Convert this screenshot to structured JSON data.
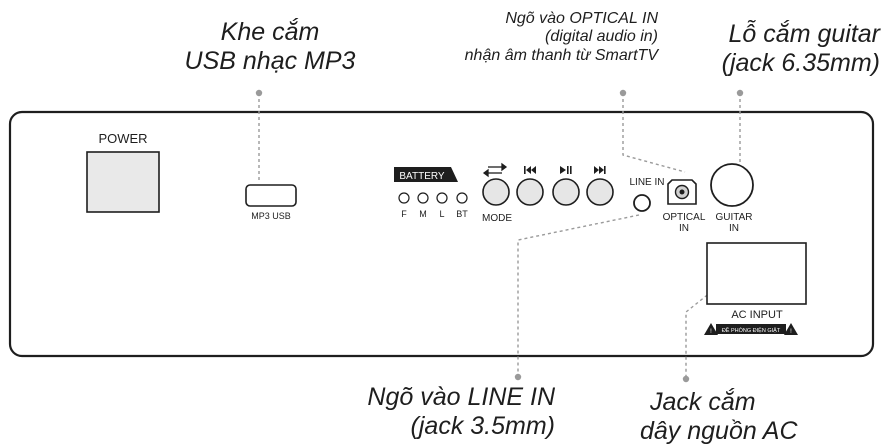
{
  "callouts": {
    "usb": {
      "line1": "Khe cắm",
      "line2": "USB nhạc MP3"
    },
    "optical": {
      "line1": "Ngõ vào OPTICAL IN",
      "line2": "(digital audio in)",
      "line3": "nhận âm thanh từ SmartTV"
    },
    "guitar": {
      "line1": "Lỗ cắm guitar",
      "line2": "(jack 6.35mm)"
    },
    "linein": {
      "line1": "Ngõ vào LINE IN",
      "line2": "(jack 3.5mm)"
    },
    "ac": {
      "line1": "Jack cắm",
      "line2": "dây nguồn AC"
    }
  },
  "panel": {
    "power_label": "POWER",
    "mp3usb_label": "MP3 USB",
    "battery_label": "BATTERY",
    "battery_indicators": [
      "F",
      "M",
      "L",
      "BT"
    ],
    "mode_label": "MODE",
    "mode_icon": "swap-arrows-icon",
    "prev_icon": "skip-previous-icon",
    "playpause_icon": "play-pause-icon",
    "next_icon": "skip-next-icon",
    "linein_label": "LINE IN",
    "optical_label_1": "OPTICAL",
    "optical_label_2": "IN",
    "guitar_label_1": "GUITAR",
    "guitar_label_2": "IN",
    "ac_input_label": "AC INPUT",
    "warning_label": "ĐỀ PHÒNG ĐIỆN GIẬT"
  }
}
